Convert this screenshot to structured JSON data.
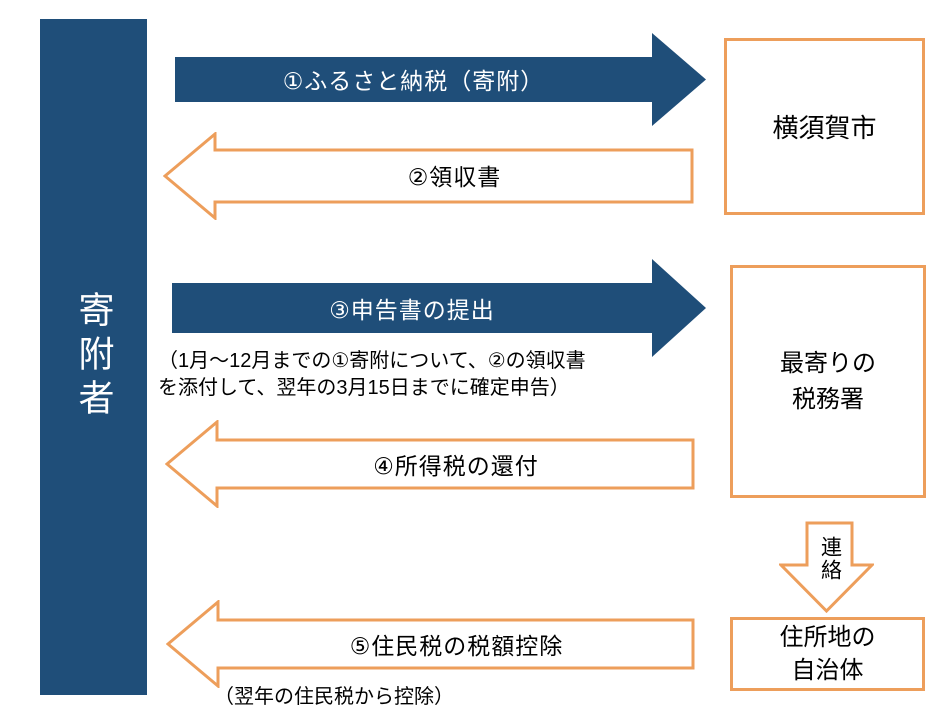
{
  "colors": {
    "navy": "#1F4E79",
    "orange": "#ED9E5B",
    "text": "#000000",
    "text_on_navy": "#FFFFFF",
    "background": "#FFFFFF"
  },
  "donor": {
    "label": "寄附者"
  },
  "boxes": {
    "yokosuka": {
      "label": "横須賀市"
    },
    "tax_office": {
      "line1": "最寄りの",
      "line2": "税務署"
    },
    "municipality": {
      "line1": "住所地の",
      "line2": "自治体"
    }
  },
  "arrows": {
    "a1": {
      "label": "①ふるさと納税（寄附）",
      "direction": "right",
      "style": "navy-filled"
    },
    "a2": {
      "label": "②領収書",
      "direction": "left",
      "style": "orange-outline"
    },
    "a3": {
      "label": "③申告書の提出",
      "direction": "right",
      "style": "navy-filled",
      "note_line1": "（1月～12月までの①寄附について、②の領収書",
      "note_line2": "を添付して、翌年の3月15日までに確定申告）"
    },
    "a4": {
      "label": "④所得税の還付",
      "direction": "left",
      "style": "orange-outline"
    },
    "a5": {
      "label": "⑤住民税の税額控除",
      "direction": "left",
      "style": "orange-outline",
      "note": "（翌年の住民税から控除）"
    }
  },
  "connector": {
    "label": "連絡",
    "direction": "down",
    "style": "orange-outline"
  }
}
